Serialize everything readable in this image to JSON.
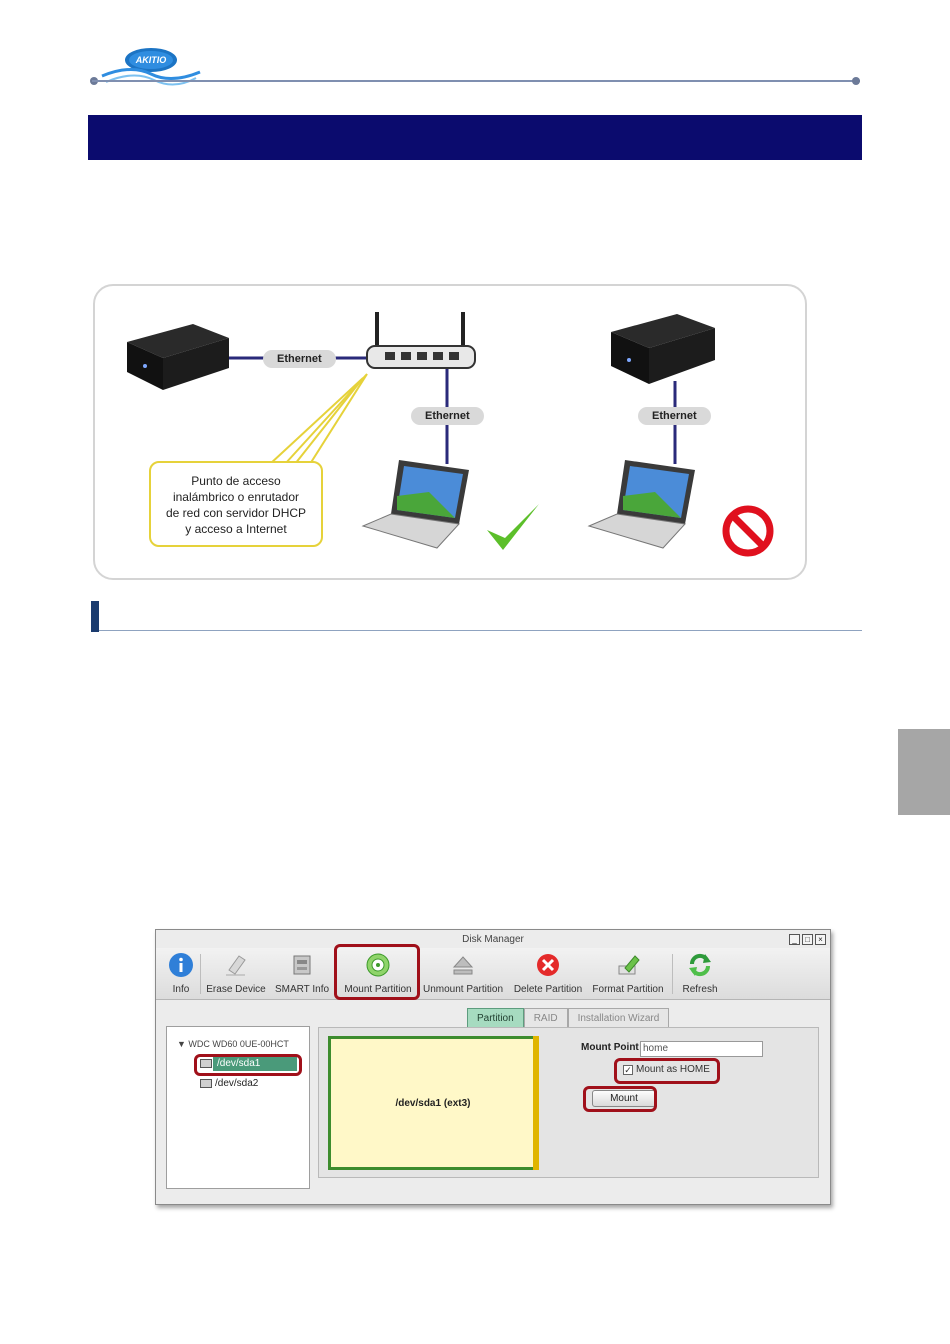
{
  "header": {
    "logo_text": "AKITIO"
  },
  "diagram": {
    "ethernet_left": "Ethernet",
    "ethernet_mid": "Ethernet",
    "ethernet_right": "Ethernet",
    "callout_lines": [
      "Punto de acceso",
      "inalámbrico o enrutador",
      "de red con servidor DHCP",
      "y acceso a Internet"
    ],
    "colors": {
      "callout_border": "#e6d23a",
      "cable": "#2a2a7a",
      "check": "#5cbf2a",
      "forbidden": "#e0101e"
    }
  },
  "disk_manager": {
    "title": "Disk Manager",
    "toolbar": [
      {
        "label": "Info",
        "icon": "info-icon"
      },
      {
        "label": "Erase Device",
        "icon": "eraser-icon"
      },
      {
        "label": "SMART Info",
        "icon": "smart-disk-icon"
      },
      {
        "label": "Mount Partition",
        "icon": "mount-icon"
      },
      {
        "label": "Unmount Partition",
        "icon": "eject-icon"
      },
      {
        "label": "Delete Partition",
        "icon": "delete-icon"
      },
      {
        "label": "Format Partition",
        "icon": "format-pencil-icon"
      },
      {
        "label": "Refresh",
        "icon": "refresh-icon"
      }
    ],
    "tree": {
      "root": "WDC WD60 0UE-00HCT",
      "items": [
        "/dev/sda1",
        "/dev/sda2"
      ]
    },
    "tabs": [
      "Partition",
      "RAID",
      "Installation Wizard"
    ],
    "partition_label": "/dev/sda1 (ext3)",
    "mount_point_label": "Mount Point",
    "mount_point_value": "home",
    "mount_as_home_label": "Mount as HOME",
    "mount_as_home_checked": "✓",
    "mount_button": "Mount"
  }
}
